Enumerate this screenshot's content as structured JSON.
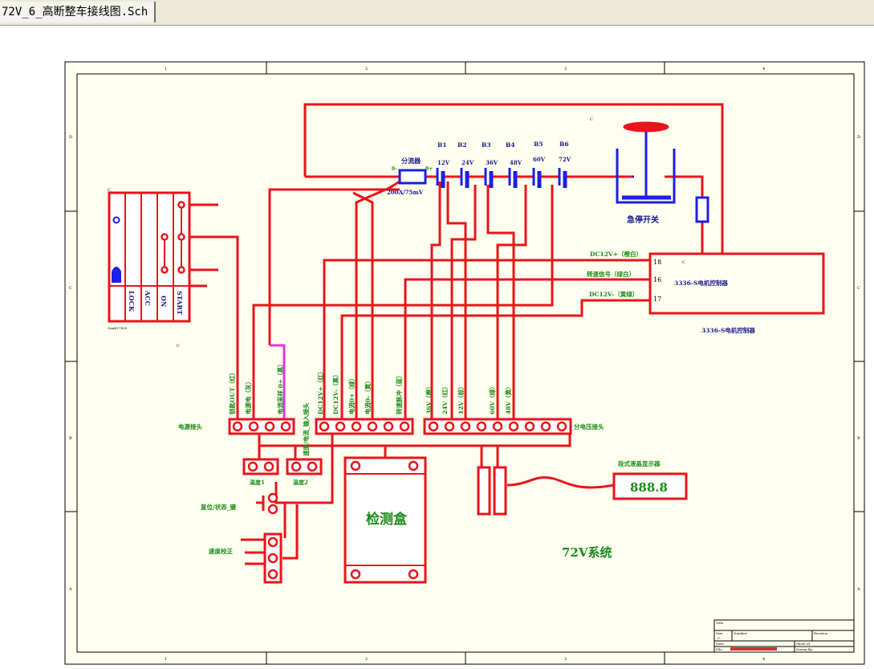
{
  "tab": {
    "title": "72V_6_高断整车接线图.Sch"
  },
  "frame": {
    "col_markers": [
      "1",
      "2",
      "3",
      "4"
    ],
    "row_markers": [
      "D",
      "C",
      "B",
      "A"
    ]
  },
  "key_switch": {
    "positions": [
      "LOCK",
      "ACC",
      "ON",
      "START"
    ],
    "part_no": "GanKV7S03"
  },
  "shunt": {
    "label": "分流器",
    "rating": "200A/75mV",
    "neg": "0-",
    "pos": "0+"
  },
  "batteries": {
    "names": [
      "B1",
      "B2",
      "B3",
      "B4",
      "B5",
      "B6"
    ],
    "voltages": [
      "12V",
      "24V",
      "36V",
      "48V",
      "60V",
      "72V"
    ]
  },
  "estop": {
    "label": "急停开关"
  },
  "controller": {
    "inner_label": "3336-S电机控制器",
    "below_label": "3336-S电机控制器",
    "pins": [
      "18",
      "16",
      "17"
    ],
    "wires": [
      "DC12V+（橙白）",
      "转速信号（绿白）",
      "DC12V-（黄绿）"
    ],
    "corner": "C"
  },
  "power_connector": {
    "label": "电源接头",
    "pins": [
      "钥匙OUT（红）",
      "电源电（灰）",
      "电流采样 0+（黑）"
    ]
  },
  "sensor_connector": {
    "pins": [
      "速度/电流_输入接头",
      "DC12V+（红）",
      "DC12V-（黑）",
      "电流0+（绿）",
      "电流0-（黄）",
      "转速脉冲（蓝）"
    ]
  },
  "voltage_connector": {
    "label": "分电压接头",
    "pins": [
      "36V（橙）",
      "24V（红）",
      "12V（棕）",
      "60V（绿）",
      "48V（黄）"
    ]
  },
  "temp_sensors": [
    "温度1",
    "温度2"
  ],
  "reset_button": {
    "label": "复位/状态_键"
  },
  "speed_calib": {
    "label": "速度校正"
  },
  "detector": {
    "label": "检测盒"
  },
  "display": {
    "label": "段式液晶显示器",
    "value": "888.8"
  },
  "system_label": "72V系统",
  "title_block": {
    "title": "Title",
    "size_label": "Size",
    "size_value": "C",
    "number_label": "Number",
    "revision_label": "Revision",
    "date_label": "Date:",
    "file_label": "File:",
    "sheet_label": "Sheet of",
    "drawn_label": "Drawn By:"
  },
  "colors": {
    "wire": "#e8141b",
    "component": "#1d1ee6",
    "label": "#1a8a1a",
    "stop_head": "#e8141b",
    "paper": "#fffff0"
  }
}
